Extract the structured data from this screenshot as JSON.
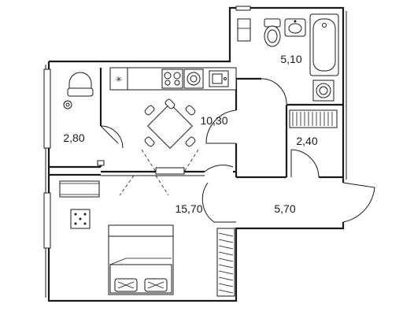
{
  "rooms": [
    {
      "label": "5,10"
    },
    {
      "label": "10,30"
    },
    {
      "label": "2,80"
    },
    {
      "label": "2,40"
    },
    {
      "label": "15,70"
    },
    {
      "label": "5,70"
    }
  ],
  "colors": {
    "line": "#1a1a1a",
    "background": "#ffffff"
  },
  "icons": [
    "armchair-icon",
    "table-with-chairs-icon",
    "bed-icon",
    "bathtub-icon",
    "toilet-icon",
    "sink-icon",
    "stove-icon",
    "washing-machine-icon",
    "door-swing-icon"
  ]
}
